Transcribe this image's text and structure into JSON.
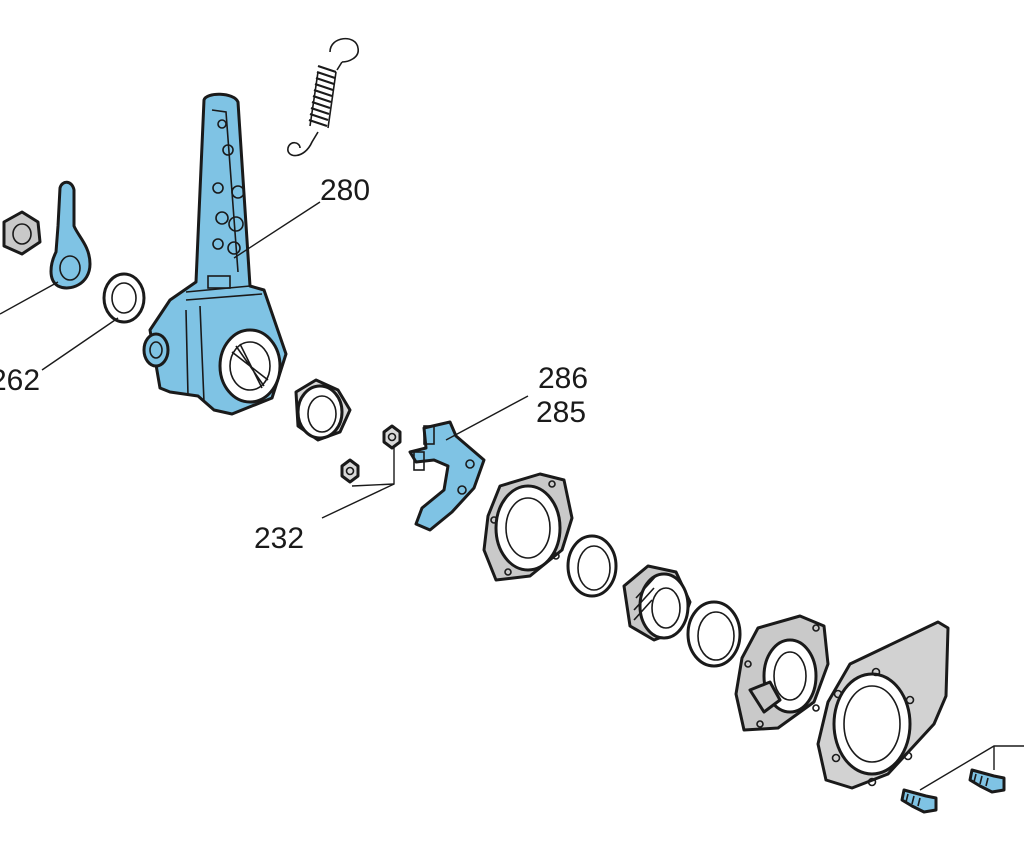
{
  "labels": {
    "l280": "280",
    "l286": "286",
    "l285": "285",
    "l232": "232",
    "l262": "262"
  },
  "colors": {
    "highlight_part": "#7fc3e4",
    "grey_part": "#c9c9c9",
    "light_grey": "#dcdcdc",
    "outline": "#1a1a1a",
    "background": "#ffffff"
  }
}
